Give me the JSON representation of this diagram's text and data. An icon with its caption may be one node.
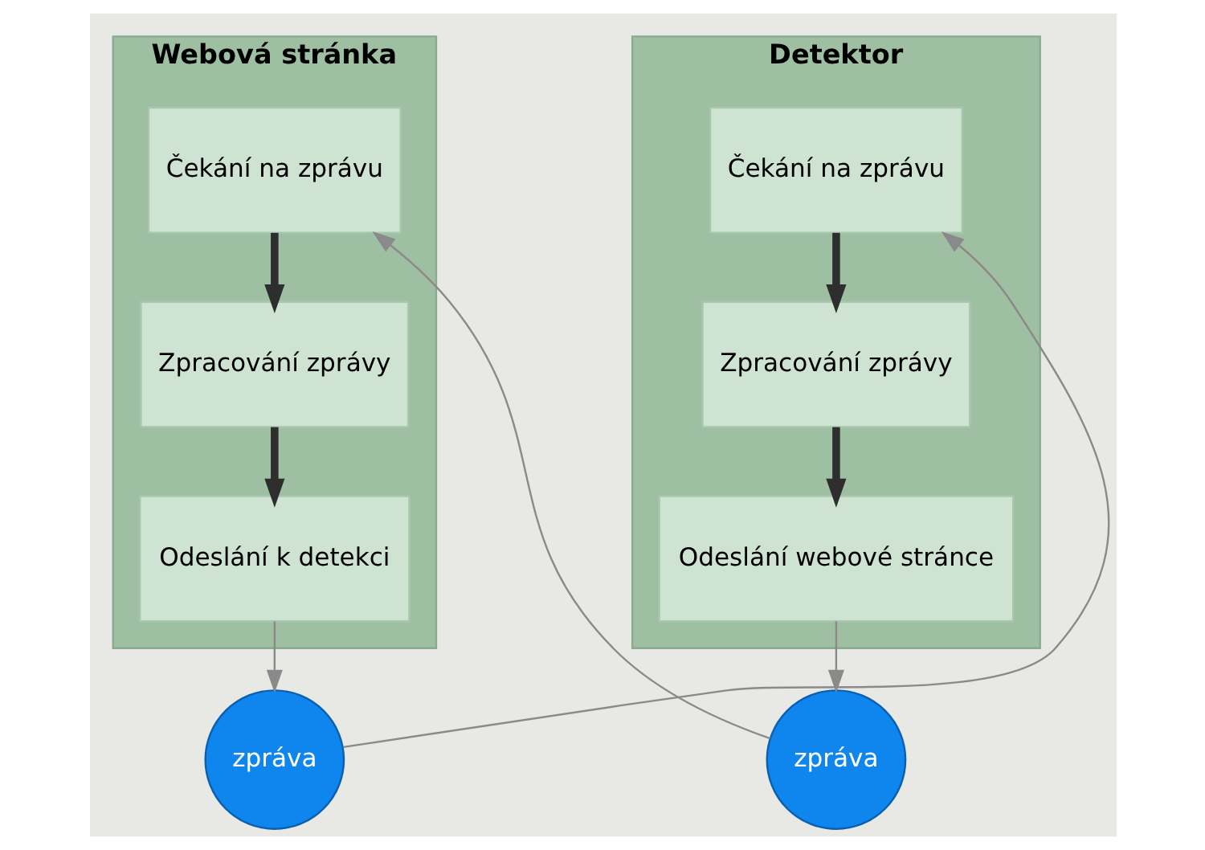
{
  "diagram": {
    "nodes": [
      {
        "text": [
          "Webová stránka"
        ]
      },
      {
        "text": [
          "Čekání na zprávu"
        ],
        "in": 0
      },
      {
        "text": [
          "Zpracování zprávy"
        ],
        "in": 0
      },
      {
        "text": [
          "Odeslání k detekci"
        ],
        "in": 0
      },
      {
        "text": [
          "Detektor"
        ]
      },
      {
        "text": [
          "Čekání na zprávu"
        ],
        "in": 4
      },
      {
        "text": [
          "Zpracování zprávy"
        ],
        "in": 4
      },
      {
        "text": [
          "Odeslání webové stránce"
        ],
        "in": 4
      },
      {
        "text": [
          "zpráva"
        ]
      },
      {
        "text": [
          "zpráva"
        ]
      }
    ],
    "edges": [
      {
        "from": 1,
        "to": 2,
        "arrow": "to",
        "style": "thick"
      },
      {
        "from": 2,
        "to": 3,
        "arrow": "to",
        "style": "thick"
      },
      {
        "from": 5,
        "to": 6,
        "arrow": "to",
        "style": "thick"
      },
      {
        "from": 6,
        "to": 7,
        "arrow": "to",
        "style": "thick"
      },
      {
        "from": 3,
        "to": 8,
        "arrow": "to",
        "color": "#8a8a8a"
      },
      {
        "from": 8,
        "to": 5,
        "arrow": "to",
        "color": "#8a8a8a"
      },
      {
        "from": 7,
        "to": 9,
        "arrow": "to",
        "color": "#8a8a8a"
      },
      {
        "from": 9,
        "to": 1,
        "arrow": "to",
        "color": "#8a8a8a"
      }
    ]
  }
}
